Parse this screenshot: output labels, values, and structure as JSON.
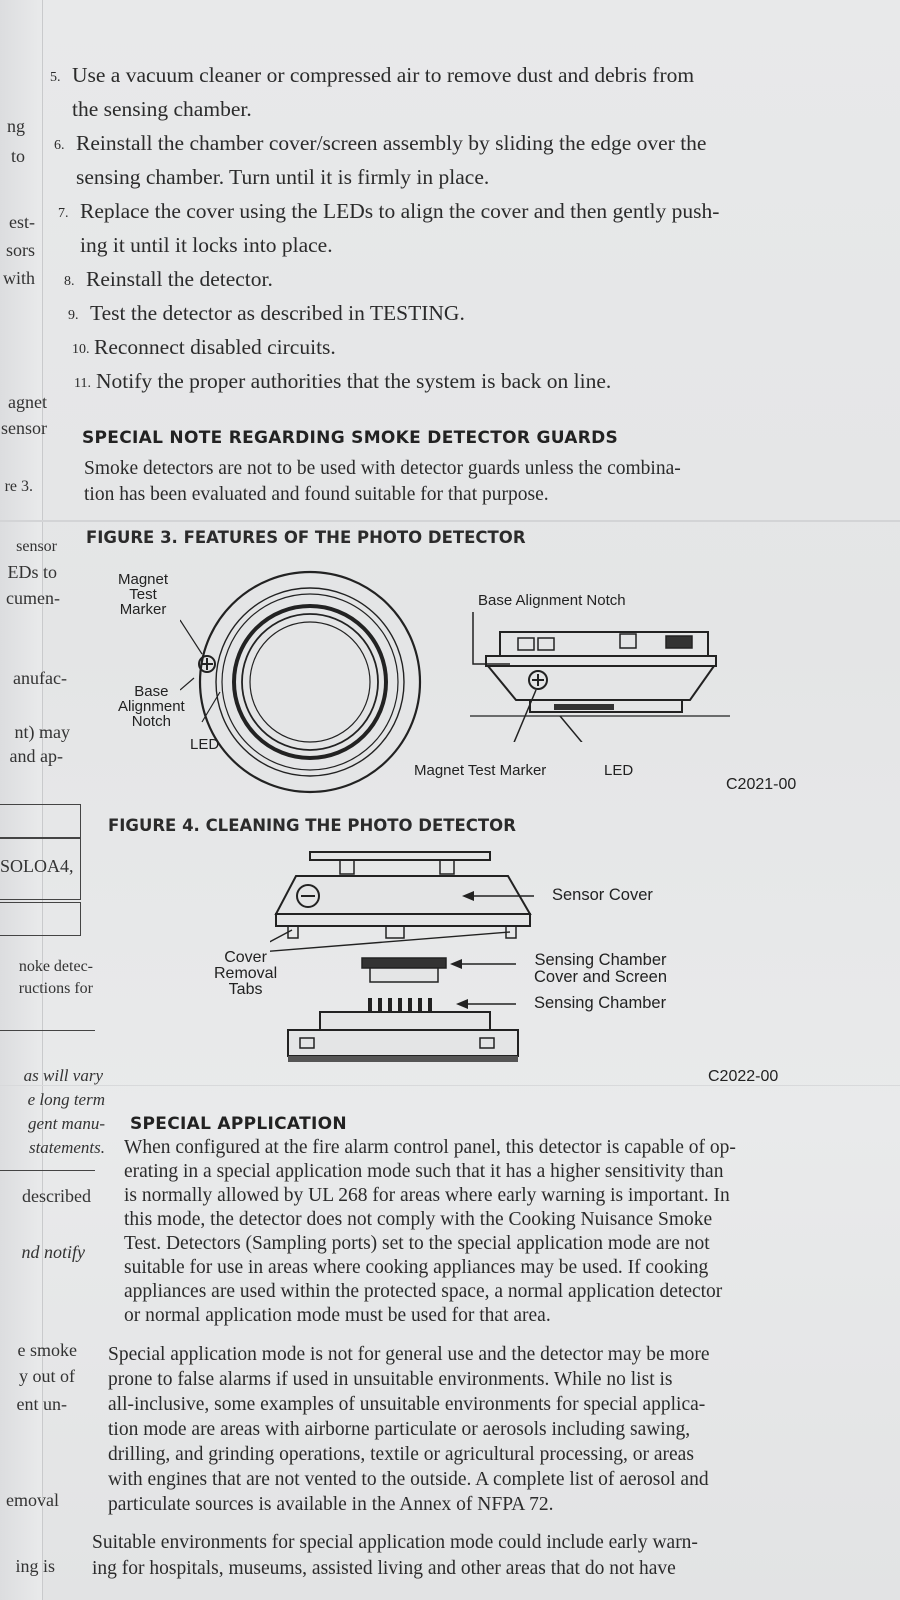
{
  "left_column": {
    "fragments": [
      "ng",
      "to",
      "est-",
      "sors",
      "with",
      "agnet",
      "sensor",
      "re 3.",
      "sensor",
      "EDs to",
      "cumen-",
      "anufac-",
      "nt) may",
      "and ap-",
      "SOLOA4,",
      "noke detec-",
      "ructions for",
      "as will vary",
      "e long term",
      "gent manu-",
      "statements.",
      "described",
      "nd notify",
      "e smoke",
      "y out of",
      "ent un-",
      "emoval",
      "ing is"
    ]
  },
  "steps": [
    {
      "num": "5.",
      "lines": [
        "Use a vacuum cleaner or compressed air to remove dust and debris from",
        "the sensing chamber."
      ]
    },
    {
      "num": "6.",
      "lines": [
        "Reinstall the chamber cover/screen assembly by sliding the edge over the",
        "sensing chamber. Turn until it is firmly in place."
      ]
    },
    {
      "num": "7.",
      "lines": [
        "Replace the cover using the LEDs to align the cover and then gently push-",
        "ing it until it locks into place."
      ]
    },
    {
      "num": "8.",
      "lines": [
        "Reinstall the detector."
      ]
    },
    {
      "num": "9.",
      "lines": [
        "Test the detector as described in TESTING."
      ]
    },
    {
      "num": "10.",
      "lines": [
        "Reconnect disabled circuits."
      ]
    },
    {
      "num": "11.",
      "lines": [
        "Notify the proper authorities that the system is back on line."
      ]
    }
  ],
  "special_note": {
    "heading": "SPECIAL NOTE REGARDING SMOKE DETECTOR GUARDS",
    "lines": [
      "Smoke detectors are not to be used with detector guards unless the combina-",
      "tion has been evaluated and found suitable for that purpose."
    ]
  },
  "figure3": {
    "caption": "FIGURE 3. FEATURES OF THE PHOTO DETECTOR",
    "labels": {
      "magnet_test_marker_l1": "Magnet",
      "magnet_test_marker_l2": "Test",
      "magnet_test_marker_l3": "Marker",
      "base_alignment_l1": "Base",
      "base_alignment_l2": "Alignment",
      "base_alignment_l3": "Notch",
      "led_left": "LED",
      "base_alignment_notch": "Base Alignment Notch",
      "magnet_test_marker": "Magnet Test Marker",
      "led_right": "LED"
    },
    "code": "C2021-00"
  },
  "figure4": {
    "caption": "FIGURE 4. CLEANING THE PHOTO DETECTOR",
    "labels": {
      "sensor_cover": "Sensor Cover",
      "sensing_chamber_cover_l1": "Sensing Chamber",
      "sensing_chamber_cover_l2": "Cover and Screen",
      "sensing_chamber": "Sensing Chamber",
      "cover_removal_l1": "Cover",
      "cover_removal_l2": "Removal",
      "cover_removal_l3": "Tabs"
    },
    "code": "C2022-00"
  },
  "special_application": {
    "heading": "SPECIAL APPLICATION",
    "para1": [
      "When configured at the fire alarm control panel, this detector is capable of op-",
      "erating in a special application mode such that it has a higher sensitivity than",
      "is normally allowed by UL 268 for areas where early warning is important. In",
      "this mode, the detector does not comply with the Cooking Nuisance Smoke",
      "Test. Detectors (Sampling ports) set to the special application mode are not",
      "suitable for use in areas where cooking appliances may be used. If cooking",
      "appliances are used within the protected space, a normal application detector",
      "or normal application mode must be used for that area."
    ],
    "para2": [
      "Special application mode is not for general use and the detector may be more",
      "prone to false alarms if used in unsuitable environments. While no list is",
      "all-inclusive, some examples of unsuitable environments for special applica-",
      "tion mode are areas with airborne particulate or aerosols including sawing,",
      "drilling, and grinding operations, textile or agricultural processing, or areas",
      "with engines that are not vented to the outside. A complete list of aerosol and",
      "particulate sources is available in the Annex of NFPA 72."
    ],
    "para3": [
      "Suitable environments for special application mode could include early warn-",
      "ing for hospitals, museums, assisted living and other areas that do not have"
    ]
  }
}
